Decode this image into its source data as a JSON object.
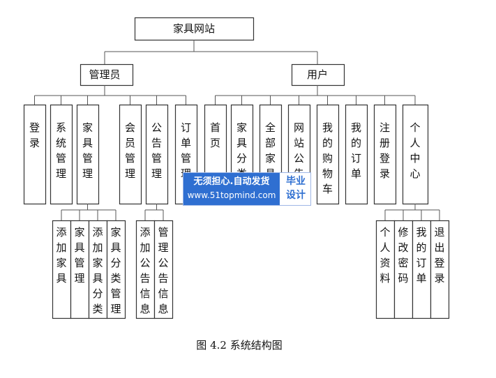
{
  "diagram": {
    "root": "家具网站",
    "groups": [
      {
        "label": "管理员",
        "children": [
          {
            "label": "登录"
          },
          {
            "label": "系统管理"
          },
          {
            "label": "家具管理",
            "children": [
              "添加家具",
              "家具管理",
              "添加家具分类",
              "家具分类管理"
            ]
          },
          {
            "label": "会员管理"
          },
          {
            "label": "公告管理",
            "children": [
              "添加公告信息",
              "管理公告信息"
            ]
          },
          {
            "label": "订单管理"
          }
        ]
      },
      {
        "label": "用户",
        "children": [
          {
            "label": "首页"
          },
          {
            "label": "家具分类"
          },
          {
            "label": "全部家具"
          },
          {
            "label": "网站公告"
          },
          {
            "label": "我的购物车"
          },
          {
            "label": "我的订单"
          },
          {
            "label": "注册登录"
          },
          {
            "label": "个人中心",
            "children": [
              "个人资料",
              "修改密码",
              "我的订单",
              "退出登录"
            ]
          }
        ]
      }
    ],
    "caption": "图 4.2 系统结构图",
    "watermark": {
      "line1": "无须担心.自动发货",
      "line2": "www.51topmind.com",
      "badge": "毕业\n设计"
    }
  }
}
